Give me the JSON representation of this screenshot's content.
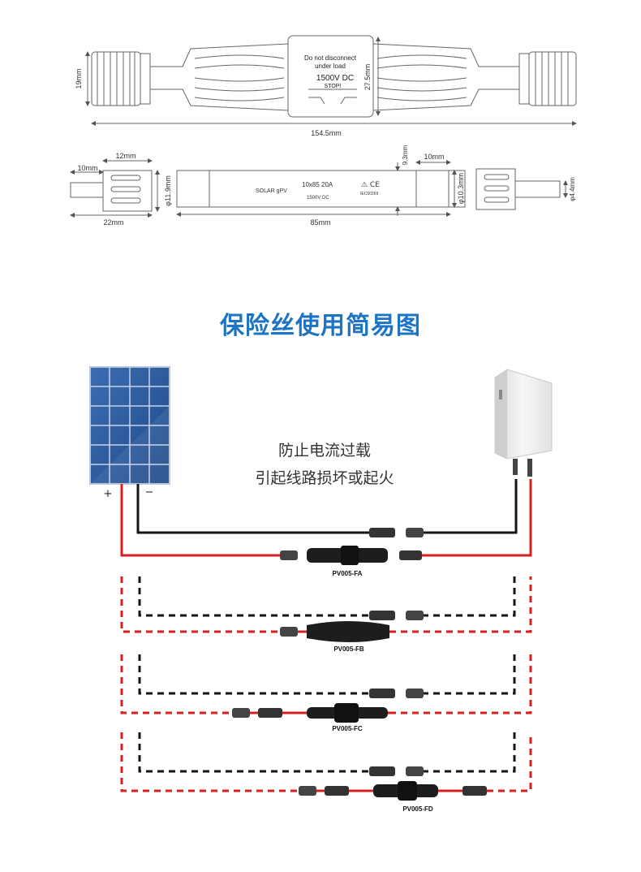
{
  "drawing": {
    "top_labels": {
      "warning1": "Do not disconnect",
      "warning2": "under load",
      "voltage": "1500V DC",
      "stop": "STOP!",
      "height_left": "19mm",
      "height_right": "27.5mm",
      "length": "154.5mm"
    },
    "bottom_labels": {
      "pin_len": "10mm",
      "cap_len": "12mm",
      "cap_dia": "φ11.9mm",
      "left_total": "22mm",
      "fuse_text1": "SOLAR gPV",
      "fuse_text2": "10x85  20A",
      "fuse_text3": "1500V DC",
      "ce": "⚠ CE",
      "iec": "IEC60269",
      "gap": "9.3mm",
      "right_cap_len": "10mm",
      "right_dia": "φ10.3mm",
      "body_len": "85mm",
      "pin_dia": "φ4.4mm"
    }
  },
  "title": "保险丝使用简易图",
  "note": {
    "line1": "防止电流过载",
    "line2": "引起线路损坏或起火"
  },
  "diagram": {
    "plus": "+",
    "minus": "−",
    "models": [
      "PV005-FA",
      "PV005-FB",
      "PV005-FC",
      "PV005-FD"
    ]
  },
  "colors": {
    "title": "#1d74c4",
    "red_wire": "#d42020",
    "black_wire": "#151515",
    "panel": "#2f5d9e",
    "line": "#6b6b6b"
  }
}
